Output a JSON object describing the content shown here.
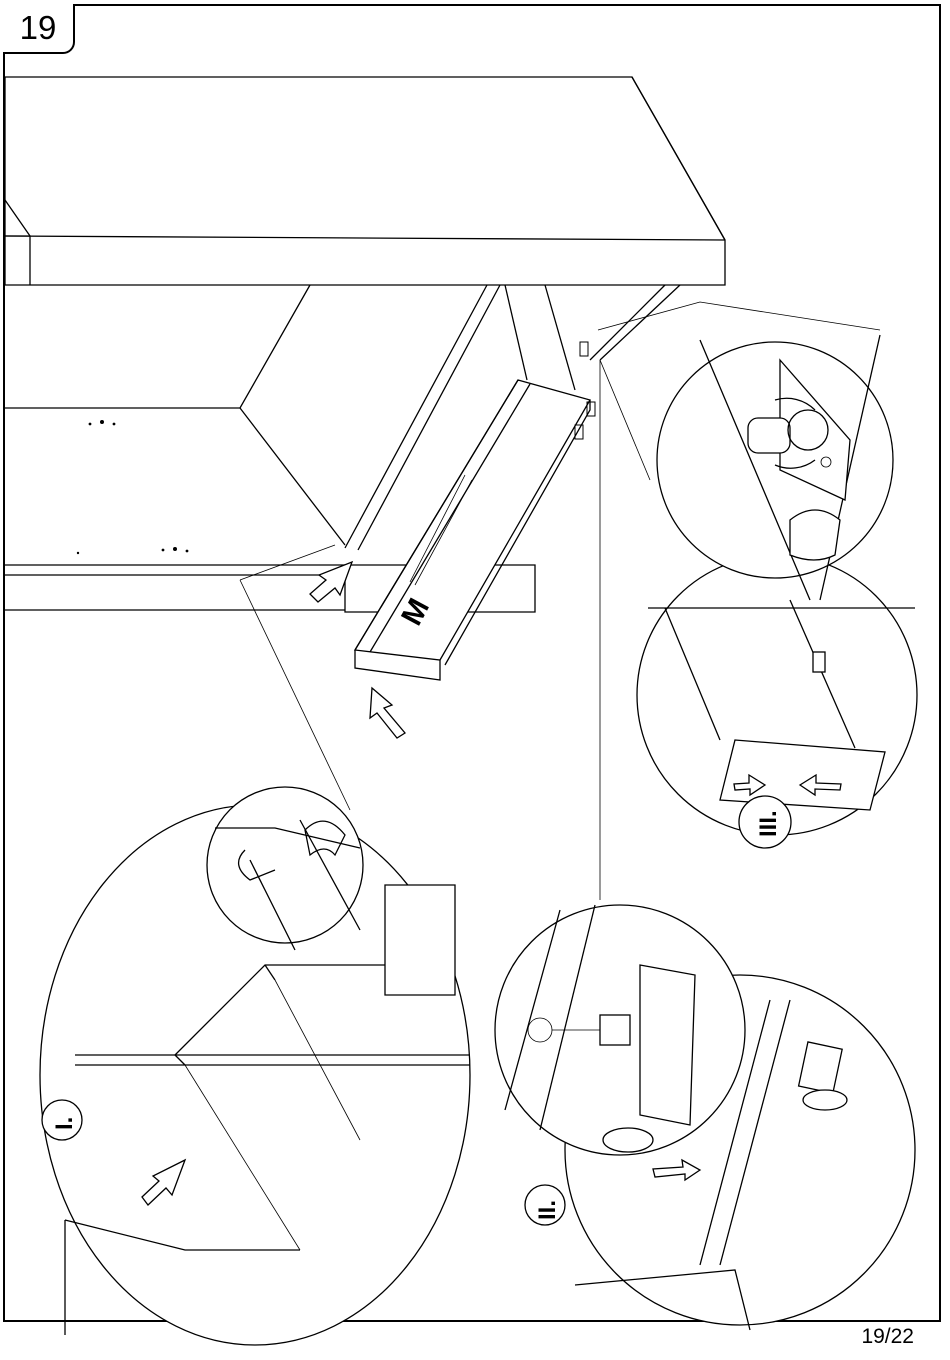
{
  "step": {
    "number": "19"
  },
  "footer": {
    "page_indicator": "19/22"
  },
  "part_label": "M",
  "details": [
    {
      "label": "I."
    },
    {
      "label": "II."
    },
    {
      "label": "III."
    }
  ]
}
